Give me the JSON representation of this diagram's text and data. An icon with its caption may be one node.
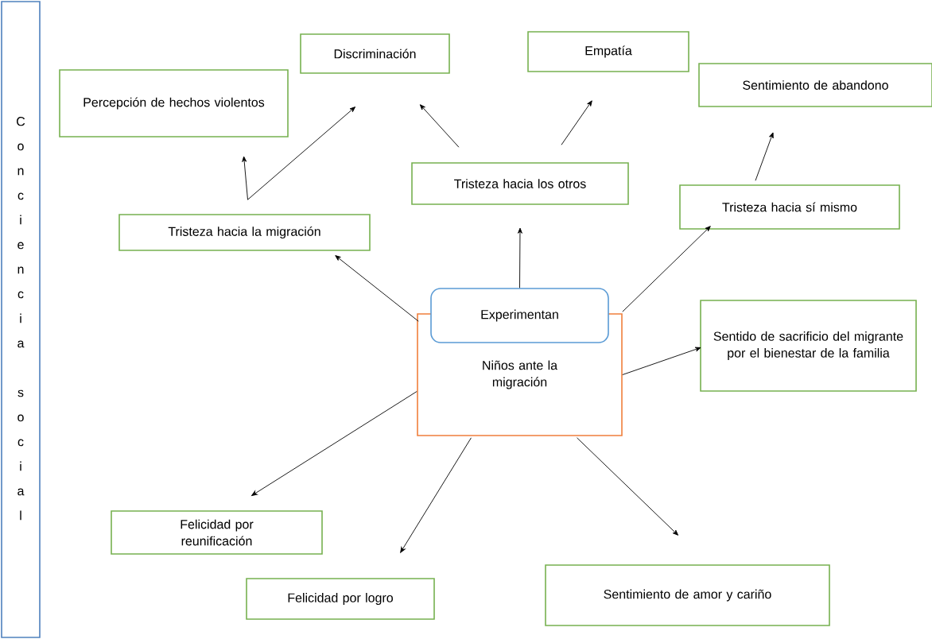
{
  "diagram": {
    "nodes": [
      {
        "text": [
          "Conciencia social"
        ]
      },
      {
        "text": [
          "Percepción de hechos violentos"
        ]
      },
      {
        "text": [
          "Discriminación"
        ]
      },
      {
        "text": [
          "Empatía"
        ]
      },
      {
        "text": [
          "Sentimiento de abandono"
        ]
      },
      {
        "text": [
          "Tristeza hacia los otros"
        ]
      },
      {
        "text": [
          "Tristeza hacia la migración"
        ]
      },
      {
        "text": [
          "Tristeza hacia sí mismo"
        ]
      },
      {
        "text": [
          "Niños ante la migración"
        ]
      },
      {
        "text": [
          "Experimentan"
        ]
      },
      {
        "text": [
          "Sentido de sacrificio del migrante por el bienestar de la familia"
        ]
      },
      {
        "text": [
          "Felicidad por reunificación"
        ]
      },
      {
        "text": [
          "Felicidad por logro"
        ]
      },
      {
        "text": [
          "Sentimiento de amor y cariño"
        ]
      }
    ],
    "edges": [
      {
        "from": 8,
        "to": 6,
        "arrow": "to"
      },
      {
        "from": 9,
        "to": 5,
        "arrow": "to"
      },
      {
        "from": 8,
        "to": 7,
        "arrow": "to"
      },
      {
        "from": 8,
        "to": 10,
        "arrow": "to"
      },
      {
        "from": 8,
        "to": 11,
        "arrow": "to"
      },
      {
        "from": 8,
        "to": 12,
        "arrow": "to"
      },
      {
        "from": 8,
        "to": 13,
        "arrow": "to"
      },
      {
        "from": 6,
        "to": 1,
        "arrow": "to"
      },
      {
        "from": 6,
        "to": 2,
        "arrow": "to"
      },
      {
        "from": 5,
        "to": 2,
        "arrow": "to"
      },
      {
        "from": 5,
        "to": 3,
        "arrow": "to"
      },
      {
        "from": 7,
        "to": 4,
        "arrow": "to"
      }
    ]
  }
}
